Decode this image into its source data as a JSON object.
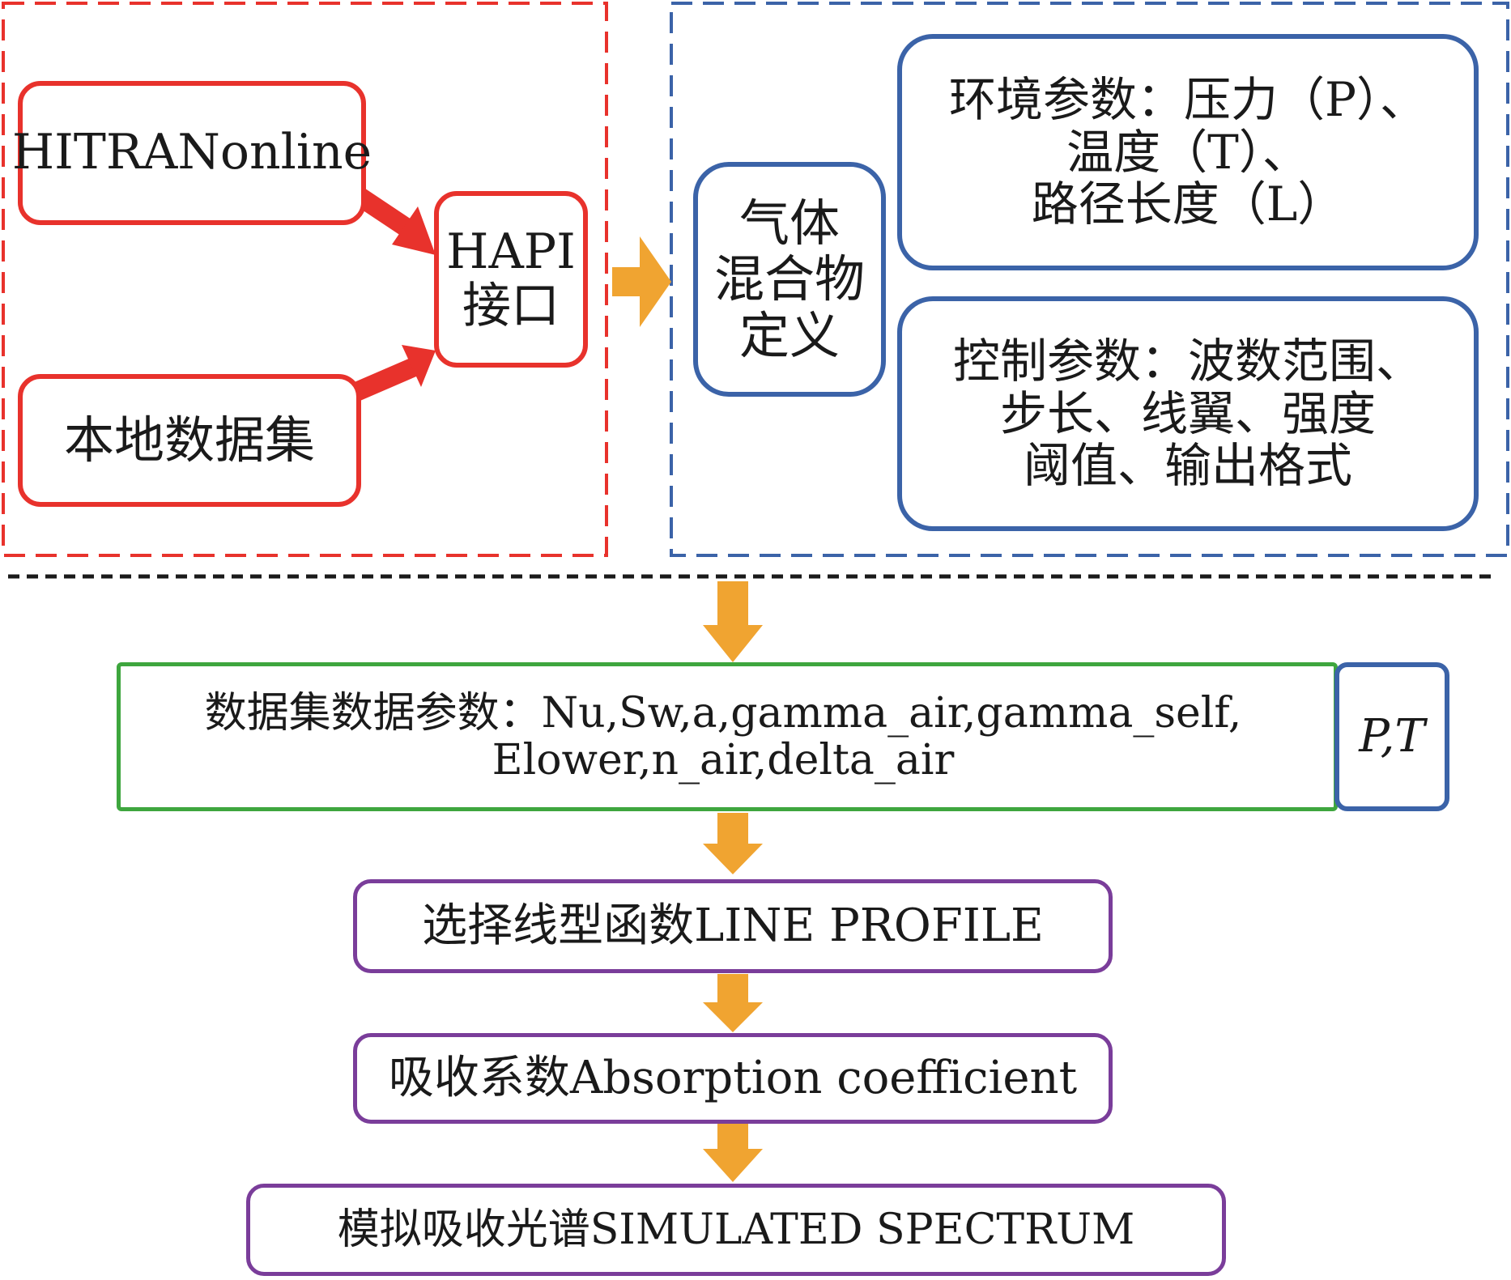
{
  "source_group": {
    "hitran": "HITRANonline",
    "local": "本地数据集",
    "hapi": [
      "HAPI",
      "接口"
    ]
  },
  "definition_group": {
    "gas_mixture": [
      "气体",
      "混合物",
      "定义"
    ],
    "env_params": [
      "环境参数：压力（P）、",
      "温度（T）、",
      "路径长度（L）"
    ],
    "control_params": [
      "控制参数：波数范围、",
      "步长、线翼、强度",
      "阈值、输出格式"
    ]
  },
  "flow": {
    "dataset_params": [
      "数据集数据参数：Nu,Sw,a,gamma_air,gamma_self,",
      "Elower,n_air,delta_air"
    ],
    "pt": "P,T",
    "line_profile": "选择线型函数LINE PROFILE",
    "absorption": "吸收系数Absorption coefficient",
    "spectrum": "模拟吸收光谱SIMULATED SPECTRUM"
  },
  "colors": {
    "red": "#e8322c",
    "blue": "#3b63a8",
    "green": "#3ea63e",
    "purple": "#7a3d9a",
    "orange_arrow": "#f0a431",
    "divider": "#1a1a1a"
  }
}
